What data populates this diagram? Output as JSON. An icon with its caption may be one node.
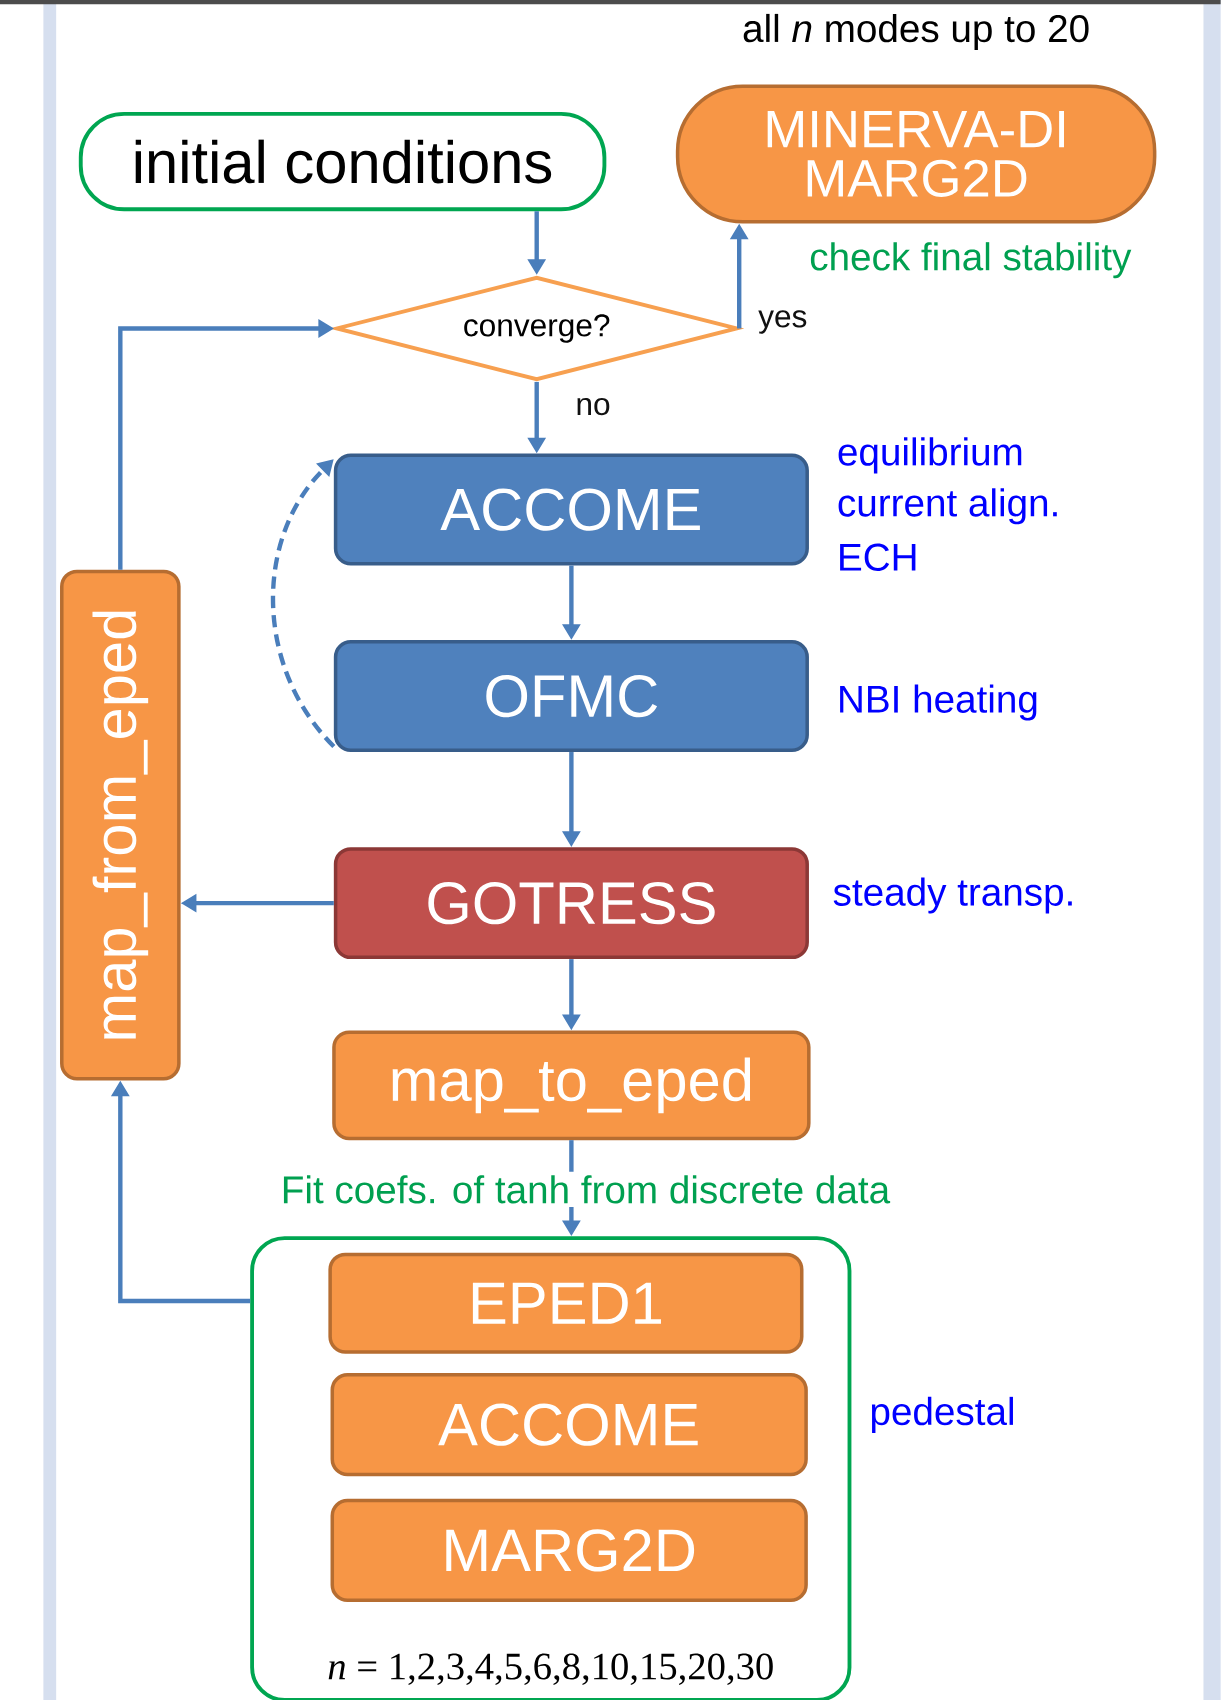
{
  "diagram": {
    "nodes": [
      {
        "text": [
          "initial conditions"
        ]
      },
      {
        "text": [
          "converge?"
        ]
      },
      {
        "text": [
          "MINERVA-DI MARG2D"
        ],
        "beside": [
          "all *n* modes up to 20"
        ]
      },
      {
        "text": [
          "ACCOME"
        ],
        "beside": [
          "equilibrium",
          "current align.",
          "ECH"
        ]
      },
      {
        "text": [
          "OFMC"
        ],
        "beside": [
          "NBI heating"
        ]
      },
      {
        "text": [
          "GOTRESS"
        ],
        "beside": [
          "steady transp."
        ]
      },
      {
        "text": [
          "map_to_eped"
        ]
      },
      {
        "text": [
          "*n* = 1,2,3,4,5,6,8,10,15,20,30"
        ],
        "beside": [
          "pedestal"
        ]
      },
      {
        "text": [
          "EPED1"
        ],
        "in": 7
      },
      {
        "text": [
          "ACCOME"
        ],
        "in": 7
      },
      {
        "text": [
          "MARG2D"
        ],
        "in": 7
      },
      {
        "text": [
          "map_from_eped"
        ]
      }
    ],
    "edges": [
      {
        "from": 0,
        "to": 1,
        "arrow": "to"
      },
      {
        "from": 1,
        "to": 2,
        "arrow": "to",
        "label": "yes"
      },
      {
        "from": 1,
        "to": 3,
        "arrow": "to",
        "label": "no"
      },
      {
        "from": 3,
        "to": 4,
        "arrow": "to"
      },
      {
        "from": 4,
        "to": 3,
        "arrow": "to",
        "style": "dashed"
      },
      {
        "from": 4,
        "to": 5,
        "arrow": "to"
      },
      {
        "from": 5,
        "to": 11,
        "arrow": "to"
      },
      {
        "from": 5,
        "to": 6,
        "arrow": "to"
      },
      {
        "from": 6,
        "to": 7,
        "arrow": "to",
        "label": "Fit coefs. of tanh from discrete data"
      },
      {
        "from": 7,
        "to": 11,
        "arrow": "to"
      },
      {
        "from": 11,
        "to": 1,
        "arrow": "to"
      }
    ],
    "labels": [
      "check final stability"
    ]
  }
}
